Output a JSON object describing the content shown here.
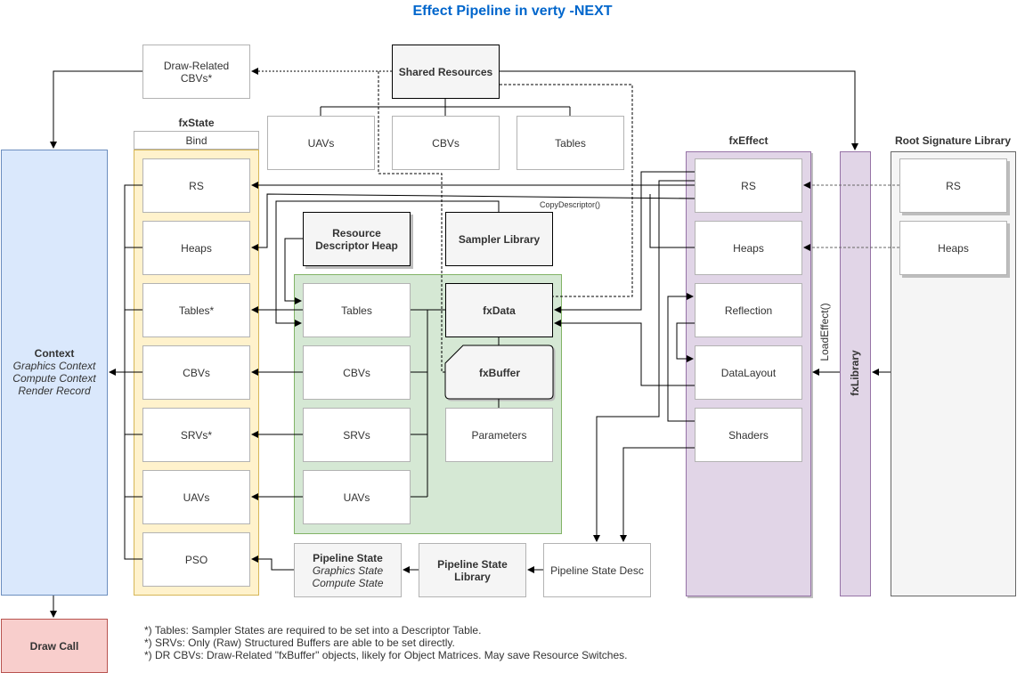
{
  "title": "Effect Pipeline in verty -NEXT",
  "draw_related_cbvs": "Draw-Related CBVs*",
  "shared_resources": {
    "label": "Shared Resources",
    "children": [
      "UAVs",
      "CBVs",
      "Tables"
    ]
  },
  "fxstate": {
    "title": "fxState",
    "header": "Bind",
    "items": [
      "RS",
      "Heaps",
      "Tables*",
      "CBVs",
      "SRVs*",
      "UAVs",
      "PSO"
    ]
  },
  "context": {
    "title": "Context",
    "lines": [
      "Graphics Context",
      "Compute Context",
      "Render Record"
    ]
  },
  "draw_call": "Draw Call",
  "resource_descriptor_heap": "Resource Descriptor Heap",
  "sampler_library": "Sampler Library",
  "copy_descriptor": "CopyDescriptor()",
  "fxdata_group": {
    "items": [
      "Tables",
      "CBVs",
      "SRVs",
      "UAVs"
    ],
    "fxdata": "fxData",
    "fxbuffer": "fxBuffer",
    "parameters": "Parameters"
  },
  "fxeffect": {
    "title": "fxEffect",
    "items": [
      "RS",
      "Heaps",
      "Reflection",
      "DataLayout",
      "Shaders"
    ]
  },
  "fxlibrary": "fxLibrary",
  "load_effect": "LoadEffect()",
  "root_signature_library": {
    "title": "Root Signature Library",
    "items": [
      "RS",
      "Heaps"
    ]
  },
  "pipeline_state": {
    "title": "Pipeline State",
    "lines": [
      "Graphics State",
      "Compute State"
    ]
  },
  "pipeline_state_library": "Pipeline State Library",
  "pipeline_state_desc": "Pipeline State Desc",
  "notes": [
    "*) Tables: Sampler States are required to be set into a Descriptor Table.",
    "*) SRVs: Only (Raw) Structured Buffers are able to be set directly.",
    "*) DR CBVs: Draw-Related \"fxBuffer\" objects, likely for Object Matrices. May save Resource Switches."
  ],
  "colors": {
    "title": "#0066cc",
    "context_fill": "#dae8fc",
    "context_stroke": "#6c8ebf",
    "fxstate_fill": "#fff2cc",
    "fxstate_stroke": "#d6b656",
    "fxdata_fill": "#d5e8d4",
    "fxdata_stroke": "#82b366",
    "fxeffect_fill": "#e1d5e7",
    "fxeffect_stroke": "#9673a6",
    "drawcall_fill": "#f8cecc",
    "drawcall_stroke": "#b85450"
  }
}
